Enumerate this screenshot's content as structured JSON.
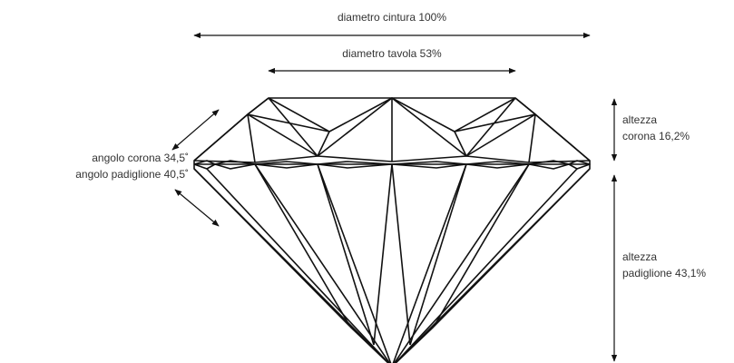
{
  "labels": {
    "girdle_diameter": "diametro cintura 100%",
    "table_diameter": "diametro tavola 53%",
    "crown_angle": "angolo corona 34,5˚",
    "pavilion_angle": "angolo padiglione 40,5˚",
    "crown_height_line1": "altezza",
    "crown_height_line2": "corona 16,2%",
    "pavilion_height_line1": "altezza",
    "pavilion_height_line2": "padiglione 43,1%"
  },
  "colors": {
    "line": "#111111",
    "text": "#333333",
    "background": "#ffffff"
  }
}
